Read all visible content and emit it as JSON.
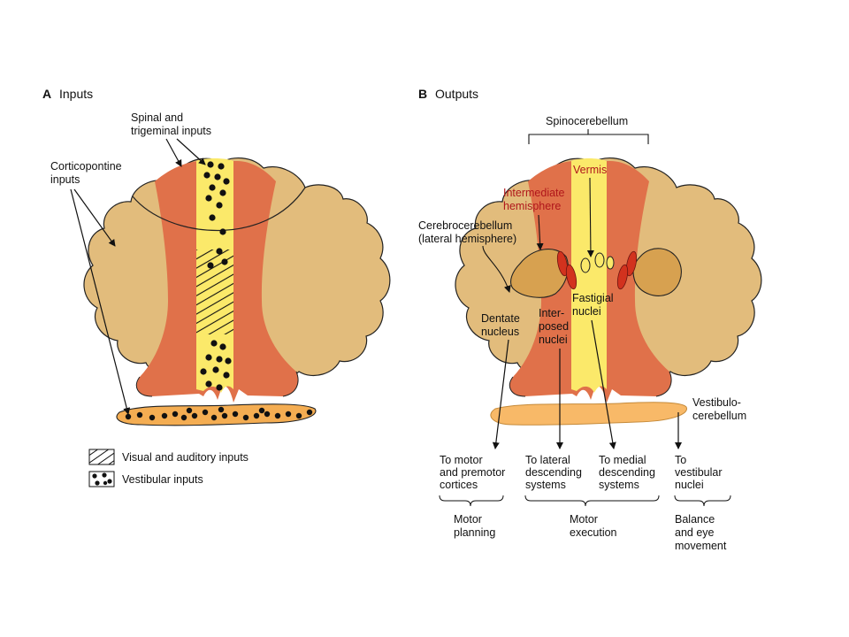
{
  "panel_a": {
    "letter": "A",
    "title": "Inputs",
    "spinal_label": [
      "Spinal and",
      "trigeminal inputs"
    ],
    "corticopontine_label": [
      "Corticopontine",
      "inputs"
    ],
    "legend": {
      "visual_auditory": "Visual and auditory inputs",
      "vestibular": "Vestibular inputs"
    }
  },
  "panel_b": {
    "letter": "B",
    "title": "Outputs",
    "spinocerebellum": "Spinocerebellum",
    "vermis": "Vermis",
    "intermediate": [
      "Intermediate",
      "hemisphere"
    ],
    "cerebrocerebellum": [
      "Cerebrocerebellum",
      "(lateral hemisphere)"
    ],
    "fastigial": [
      "Fastigial",
      "nuclei"
    ],
    "dentate": [
      "Dentate",
      "nucleus"
    ],
    "interposed": [
      "Inter-",
      "posed",
      "nuclei"
    ],
    "vestibulocerebellum": [
      "Vestibulo-",
      "cerebellum"
    ],
    "targets": [
      [
        "To motor",
        "and premotor",
        "cortices"
      ],
      [
        "To lateral",
        "descending",
        "systems"
      ],
      [
        "To medial",
        "descending",
        "systems"
      ],
      [
        "To",
        "vestibular",
        "nuclei"
      ]
    ],
    "functions": [
      [
        "Motor",
        "planning"
      ],
      [
        "Motor",
        "execution"
      ],
      [
        "Balance",
        "and eye",
        "movement"
      ]
    ]
  },
  "colors": {
    "hemisphere": "#e2bc7c",
    "intermediate_zone": "#e0714a",
    "vermis": "#fbe96a",
    "vestibulo": "#f4ad52",
    "nuclei_red": "#d2321e"
  }
}
